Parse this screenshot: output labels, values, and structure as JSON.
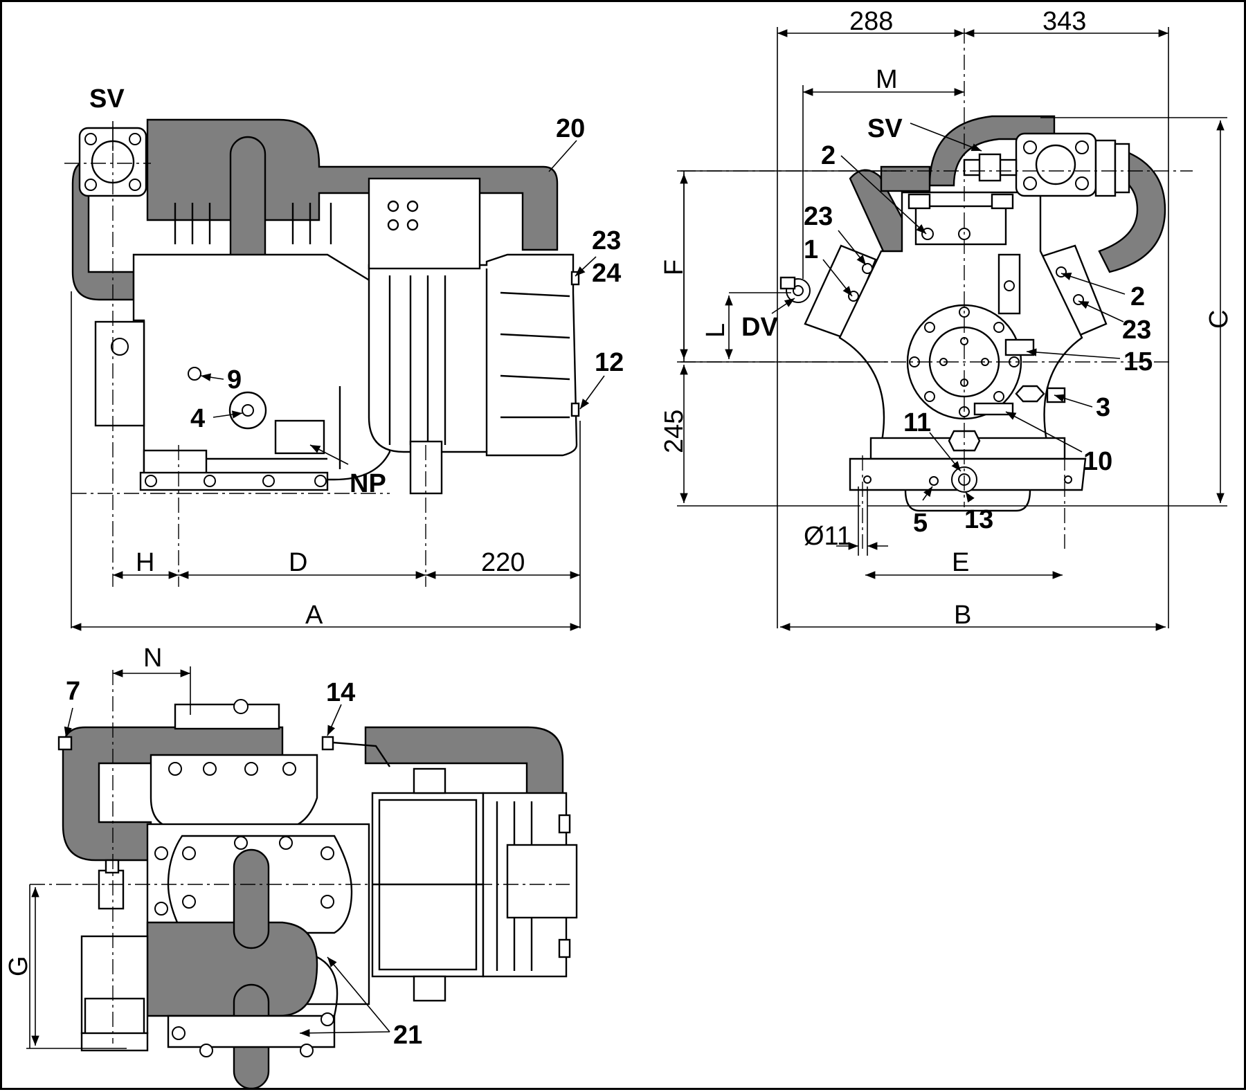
{
  "side_view": {
    "labels": {
      "sv": "SV",
      "n20": "20",
      "n23": "23",
      "n24": "24",
      "n12": "12",
      "n9": "9",
      "n4": "4",
      "np": "NP"
    },
    "dims": {
      "h": "H",
      "d": "D",
      "d220": "220",
      "a": "A"
    }
  },
  "end_view": {
    "labels": {
      "sv": "SV",
      "n2a": "2",
      "n23a": "23",
      "n1": "1",
      "dv": "DV",
      "n2b": "2",
      "n23b": "23",
      "n15": "15",
      "n3": "3",
      "n11": "11",
      "n10": "10",
      "n5": "5",
      "n13": "13"
    },
    "dims": {
      "d288": "288",
      "d343": "343",
      "m": "M",
      "f": "F",
      "l": "L",
      "c": "C",
      "d245": "245",
      "phi11": "Ø11",
      "e": "E",
      "b": "B"
    }
  },
  "top_view": {
    "labels": {
      "n7": "7",
      "n14": "14",
      "n21": "21"
    },
    "dims": {
      "n": "N",
      "g": "G"
    }
  },
  "colors": {
    "line": "#000000",
    "pipe_fill": "#7f7f7f",
    "background": "#ffffff"
  }
}
